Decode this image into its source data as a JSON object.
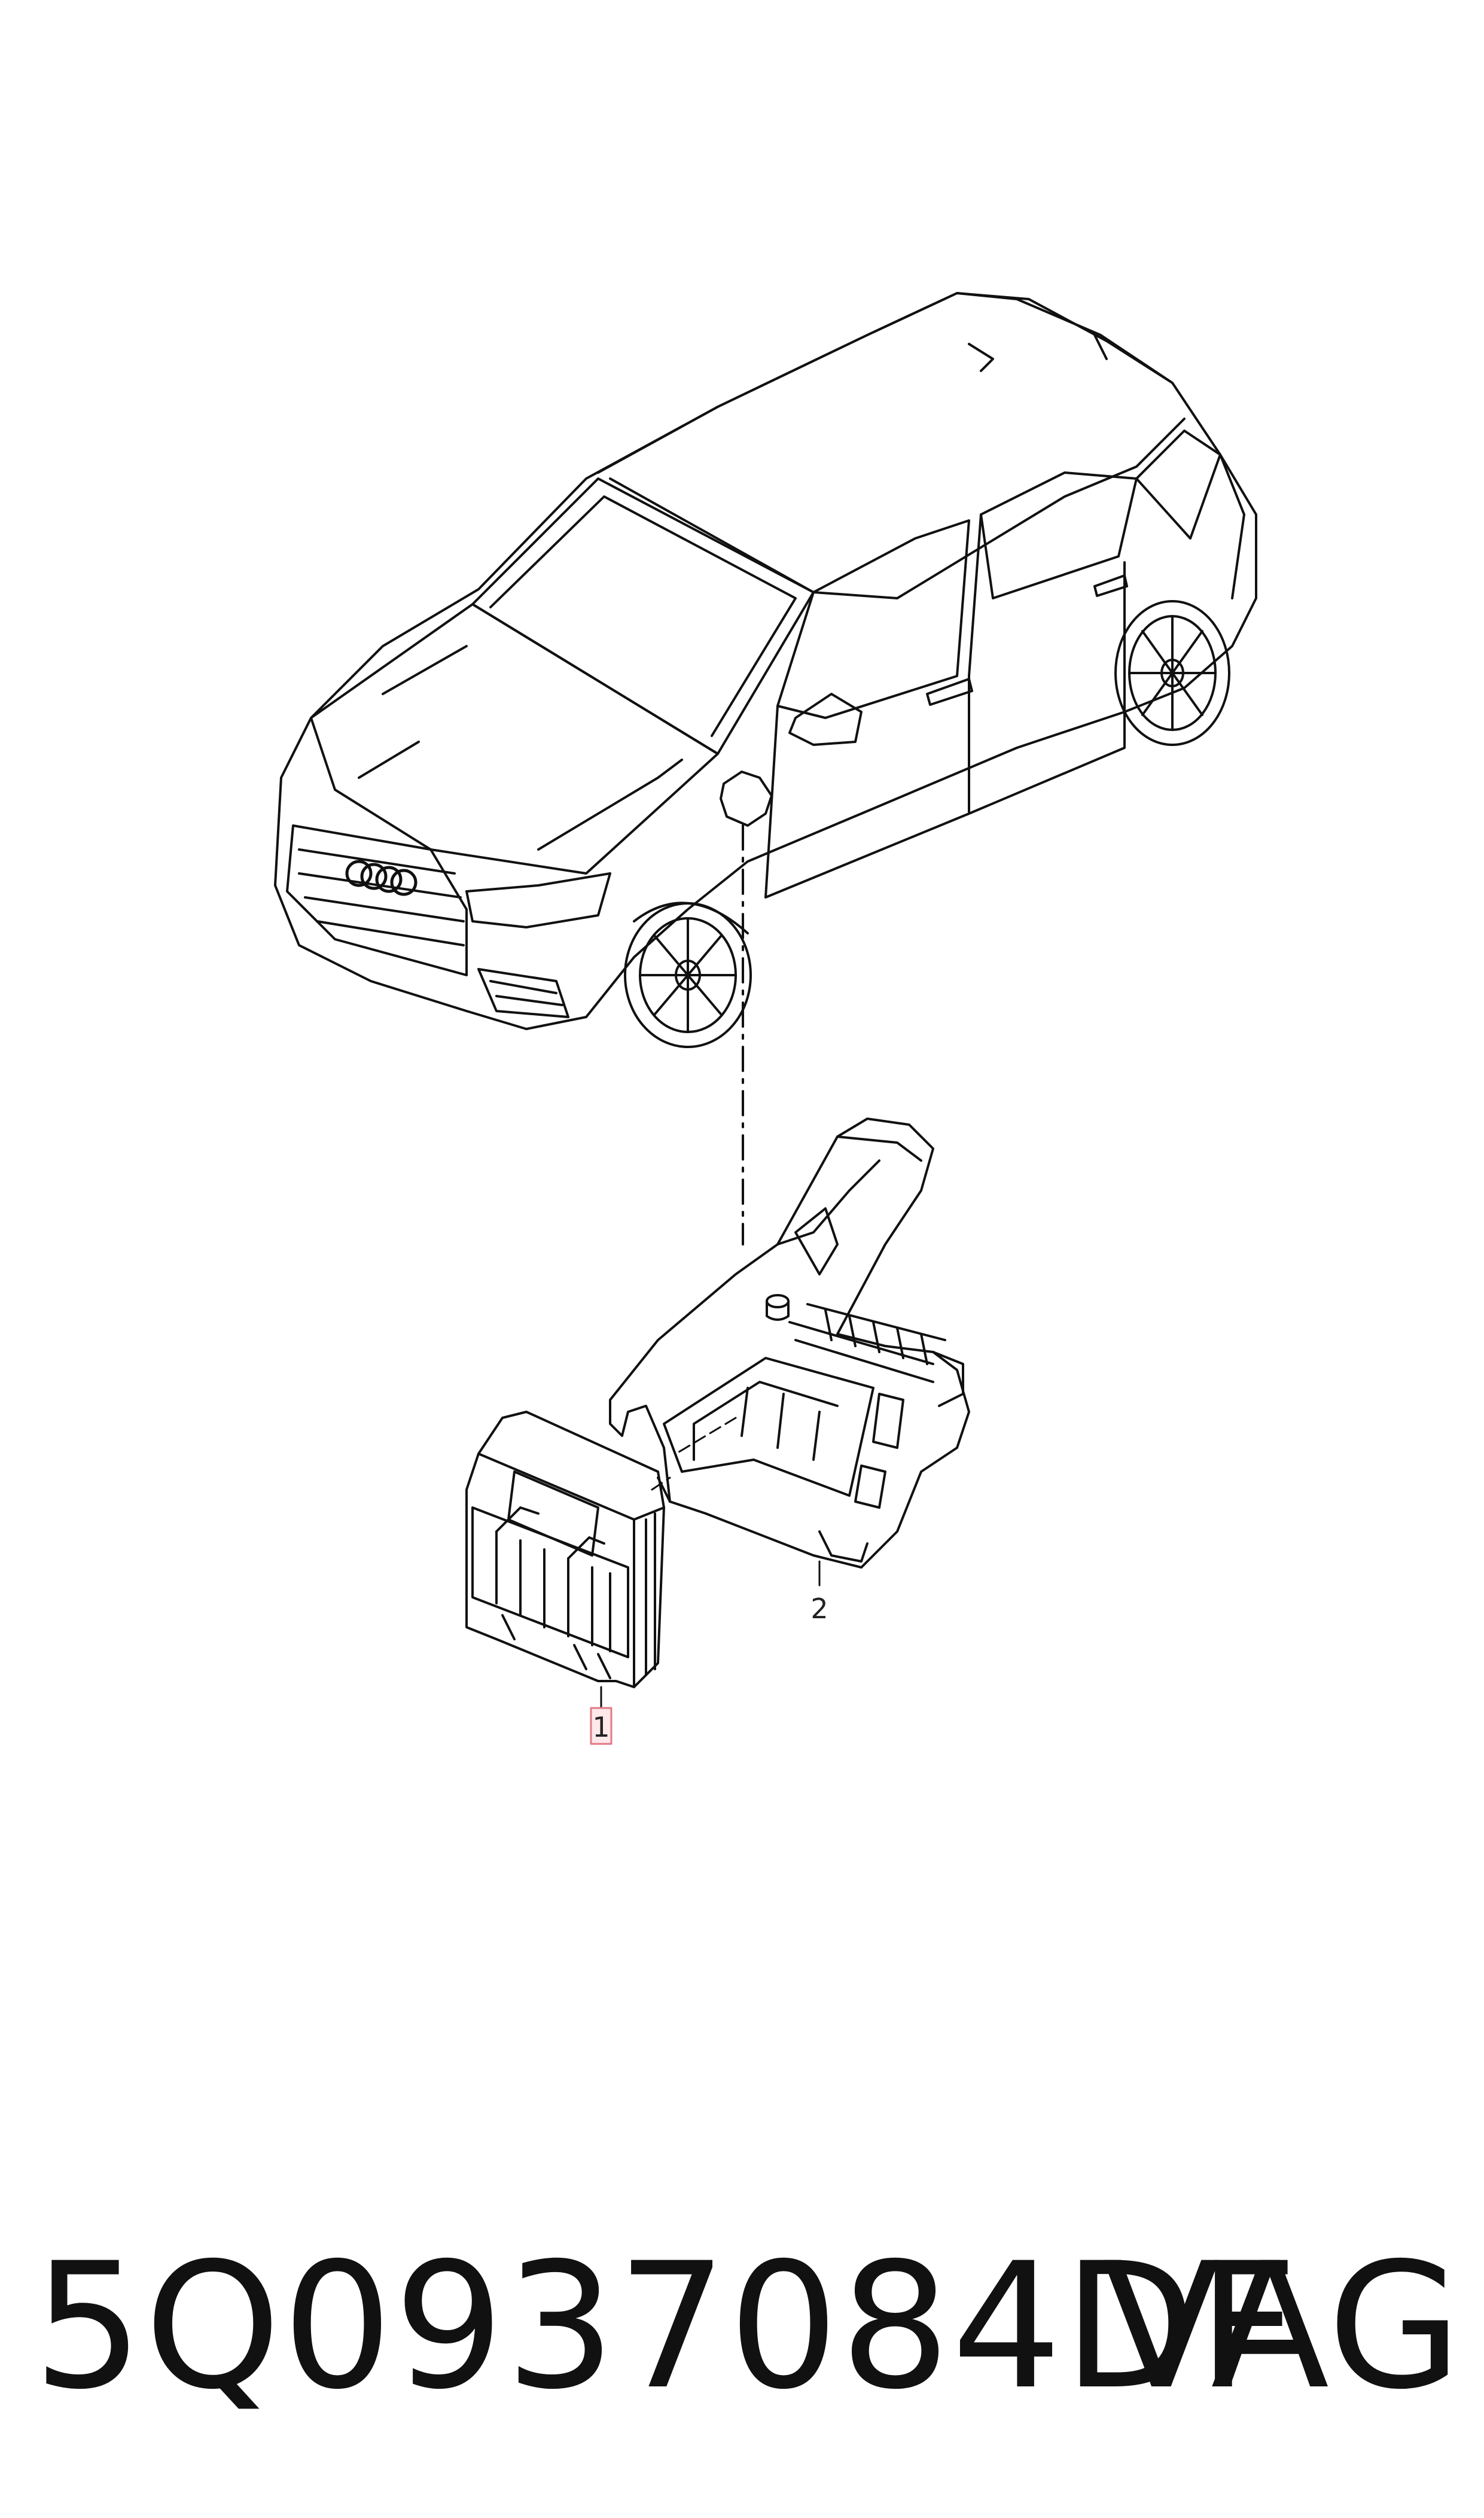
{
  "diagram": {
    "callouts": [
      {
        "id": "1",
        "label": "1"
      },
      {
        "id": "2",
        "label": "2"
      }
    ],
    "colors": {
      "line": "#111111",
      "highlight_fill": "#fde8ea",
      "highlight_stroke": "#e27a86"
    }
  },
  "footer": {
    "part_number": "5Q0937084DF",
    "brand": "VAG"
  }
}
